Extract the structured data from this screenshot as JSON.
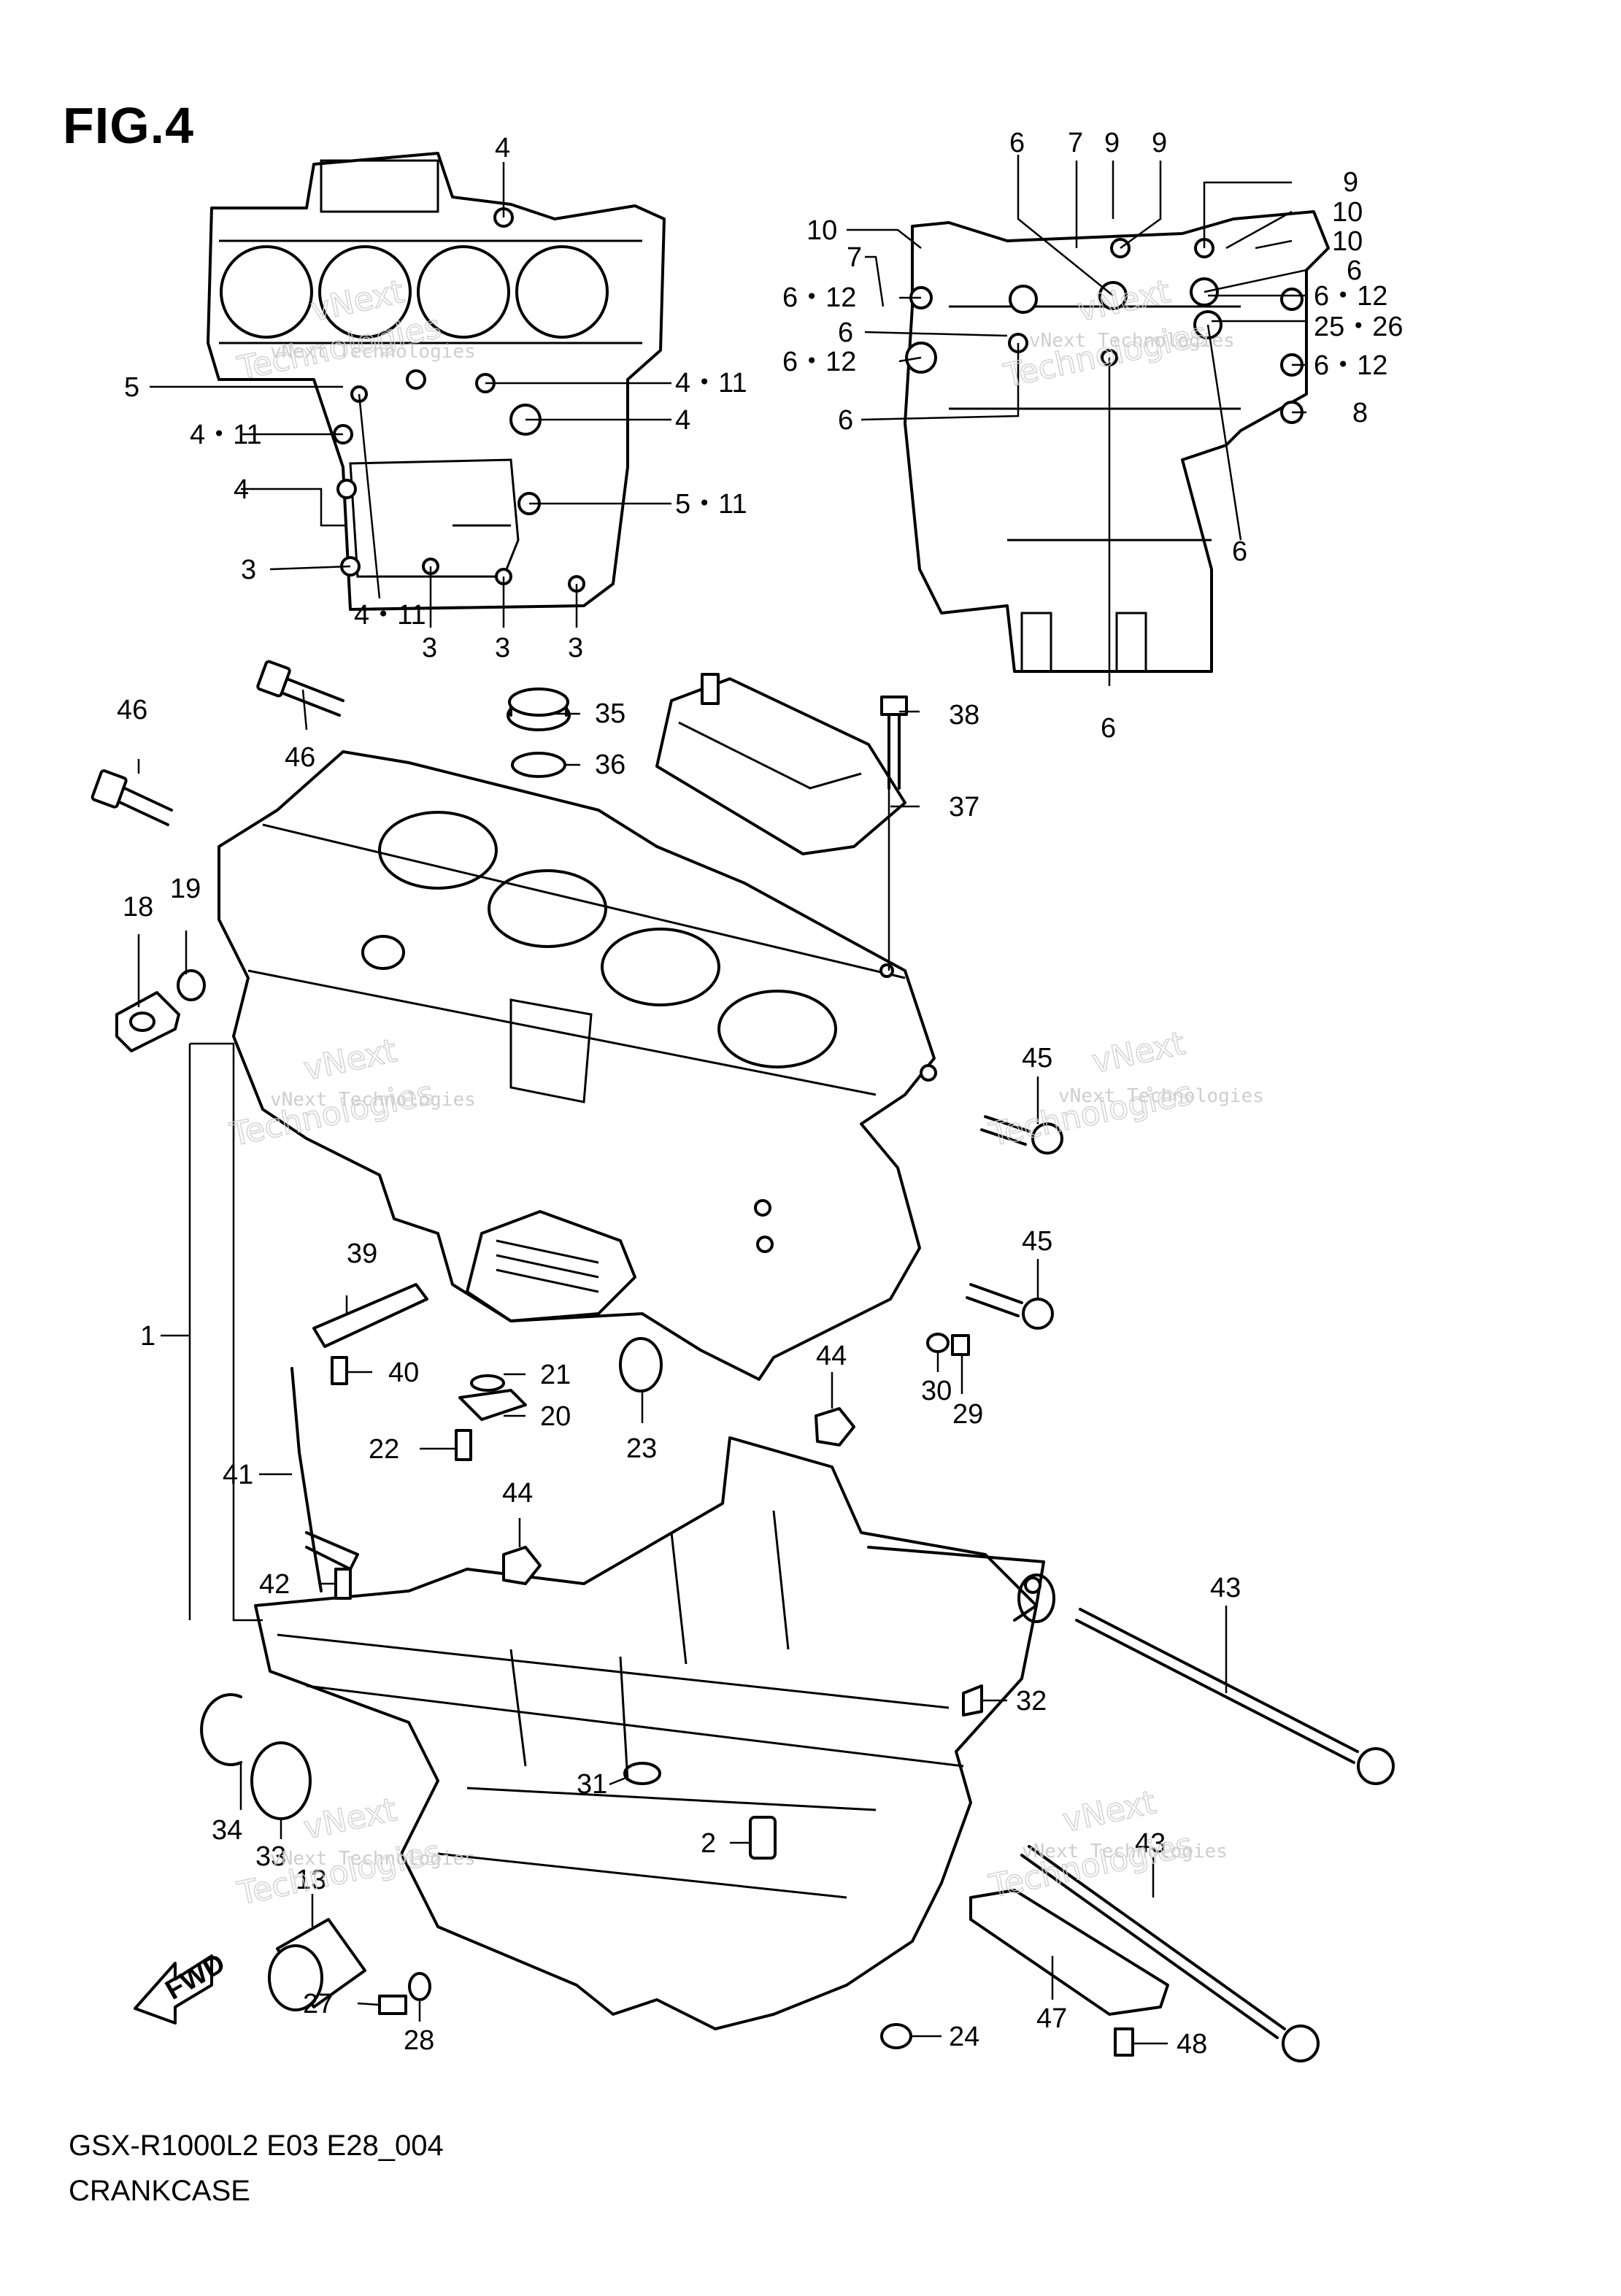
{
  "figure": {
    "title": "FIG.4",
    "model_code": "GSX-R1000L2 E03 E28_004",
    "name": "CRANKCASE"
  },
  "watermark": {
    "line1": "vNext Technologies",
    "line2": "vNext",
    "line3": "Technologies"
  },
  "fwd_label": "FWD",
  "callouts": [
    {
      "id": "c1",
      "text": "4"
    },
    {
      "id": "c2",
      "text": "5"
    },
    {
      "id": "c3",
      "text": "4・11"
    },
    {
      "id": "c4",
      "text": "4"
    },
    {
      "id": "c5",
      "text": "3"
    },
    {
      "id": "c6",
      "text": "4・11"
    },
    {
      "id": "c7",
      "text": "3"
    },
    {
      "id": "c8",
      "text": "3"
    },
    {
      "id": "c9",
      "text": "3"
    },
    {
      "id": "c10",
      "text": "4・11"
    },
    {
      "id": "c11",
      "text": "4"
    },
    {
      "id": "c12",
      "text": "5・11"
    },
    {
      "id": "c13",
      "text": "6"
    },
    {
      "id": "c14",
      "text": "7"
    },
    {
      "id": "c15",
      "text": "9"
    },
    {
      "id": "c16",
      "text": "9"
    },
    {
      "id": "c17",
      "text": "9"
    },
    {
      "id": "c18",
      "text": "10"
    },
    {
      "id": "c19",
      "text": "10"
    },
    {
      "id": "c20",
      "text": "10"
    },
    {
      "id": "c21",
      "text": "7"
    },
    {
      "id": "c22",
      "text": "6・12"
    },
    {
      "id": "c23",
      "text": "6"
    },
    {
      "id": "c24",
      "text": "6・12"
    },
    {
      "id": "c25",
      "text": "6"
    },
    {
      "id": "c26",
      "text": "6"
    },
    {
      "id": "c27",
      "text": "6・12"
    },
    {
      "id": "c28",
      "text": "25・26"
    },
    {
      "id": "c29",
      "text": "6・12"
    },
    {
      "id": "c30",
      "text": "8"
    },
    {
      "id": "c31",
      "text": "6"
    },
    {
      "id": "c32",
      "text": "6"
    },
    {
      "id": "c33",
      "text": "46"
    },
    {
      "id": "c34",
      "text": "46"
    },
    {
      "id": "c35",
      "text": "35"
    },
    {
      "id": "c36",
      "text": "36"
    },
    {
      "id": "c37",
      "text": "38"
    },
    {
      "id": "c38",
      "text": "37"
    },
    {
      "id": "c39",
      "text": "18"
    },
    {
      "id": "c40",
      "text": "19"
    },
    {
      "id": "c41",
      "text": "45"
    },
    {
      "id": "c42",
      "text": "45"
    },
    {
      "id": "c43",
      "text": "1"
    },
    {
      "id": "c44",
      "text": "39"
    },
    {
      "id": "c45",
      "text": "40"
    },
    {
      "id": "c46",
      "text": "21"
    },
    {
      "id": "c47",
      "text": "20"
    },
    {
      "id": "c48",
      "text": "22"
    },
    {
      "id": "c49",
      "text": "23"
    },
    {
      "id": "c50",
      "text": "30"
    },
    {
      "id": "c51",
      "text": "29"
    },
    {
      "id": "c52",
      "text": "44"
    },
    {
      "id": "c53",
      "text": "41"
    },
    {
      "id": "c54",
      "text": "44"
    },
    {
      "id": "c55",
      "text": "42"
    },
    {
      "id": "c56",
      "text": "43"
    },
    {
      "id": "c57",
      "text": "32"
    },
    {
      "id": "c58",
      "text": "34"
    },
    {
      "id": "c59",
      "text": "33"
    },
    {
      "id": "c60",
      "text": "31"
    },
    {
      "id": "c61",
      "text": "2"
    },
    {
      "id": "c62",
      "text": "43"
    },
    {
      "id": "c63",
      "text": "13"
    },
    {
      "id": "c64",
      "text": "47"
    },
    {
      "id": "c65",
      "text": "27"
    },
    {
      "id": "c66",
      "text": "28"
    },
    {
      "id": "c67",
      "text": "24"
    },
    {
      "id": "c68",
      "text": "48"
    }
  ]
}
